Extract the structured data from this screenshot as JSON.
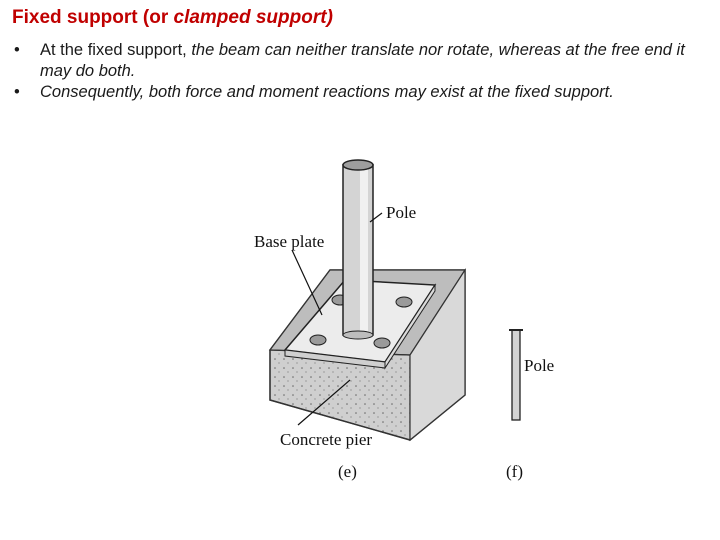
{
  "title": {
    "main": "Fixed support (or ",
    "italic": "clamped support)"
  },
  "bullets": [
    {
      "glyph": "•",
      "normal": "At the fixed support, ",
      "italic": "the beam can neither translate nor rotate, whereas at the free end it may do both."
    },
    {
      "glyph": "•",
      "normal": "",
      "italic": "Consequently, both force and moment reactions may exist at the fixed support."
    }
  ],
  "figure": {
    "labels": {
      "pole_e": "Pole",
      "base_plate": "Base plate",
      "concrete_pier": "Concrete pier",
      "caption_e": "(e)",
      "pole_f": "Pole",
      "caption_f": "(f)"
    },
    "colors": {
      "ink": "#222222",
      "concrete": "#c8c8c8",
      "plate": "#e6e6e6",
      "pole": "#d4d4d4"
    }
  }
}
